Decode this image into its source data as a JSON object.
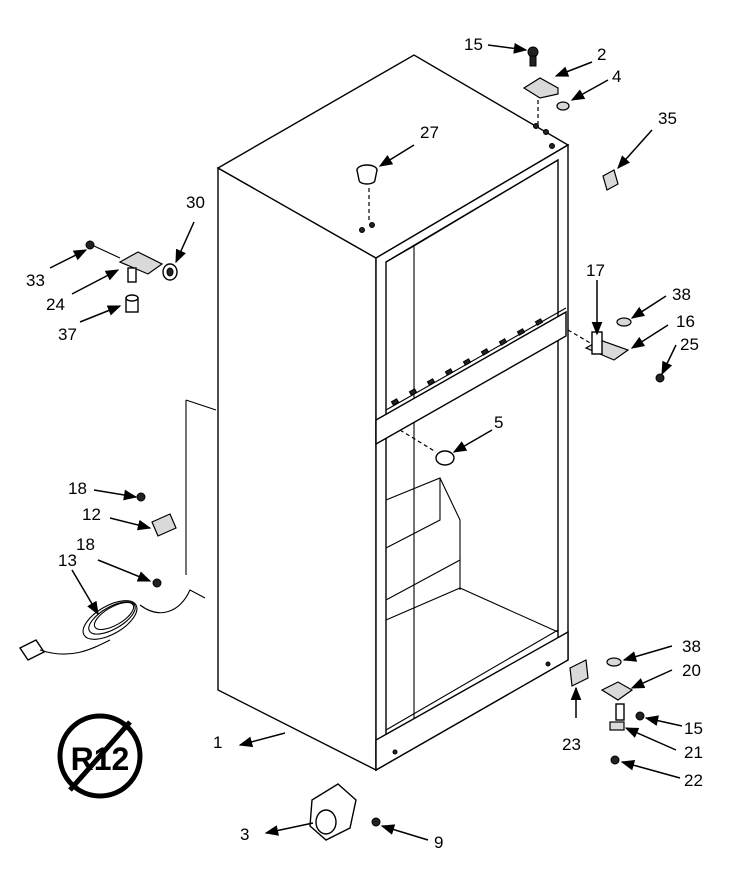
{
  "callouts": [
    "1",
    "2",
    "3",
    "4",
    "5",
    "9",
    "12",
    "13",
    "15",
    "15",
    "16",
    "17",
    "18",
    "18",
    "20",
    "21",
    "22",
    "23",
    "24",
    "25",
    "27",
    "30",
    "33",
    "35",
    "37",
    "38",
    "38"
  ],
  "logo_text": "R12"
}
